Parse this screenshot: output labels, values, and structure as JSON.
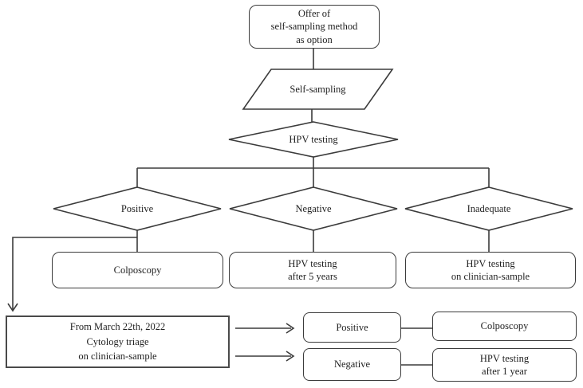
{
  "colors": {
    "line": "#3b3b3b",
    "text": "#1f1f1f",
    "node_fill": "#ffffff"
  },
  "nodes": {
    "offer": {
      "lines": [
        "Offer of",
        "self-sampling method",
        "as option"
      ]
    },
    "self_sampling": {
      "label": "Self-sampling"
    },
    "hpv_testing": {
      "label": "HPV testing"
    },
    "positive": {
      "label": "Positive"
    },
    "negative": {
      "label": "Negative"
    },
    "inadequate": {
      "label": "Inadequate"
    },
    "colposcopy": {
      "label": "Colposcopy"
    },
    "hpv_after_5_years": {
      "lines": [
        "HPV testing",
        "after 5 years"
      ]
    },
    "hpv_clinician_sample": {
      "lines": [
        "HPV testing",
        "on clinician-sample"
      ]
    },
    "cytology_triage": {
      "lines": [
        "From March 22th, 2022",
        "Cytology triage",
        "on clinician-sample"
      ]
    },
    "triage_positive": {
      "label": "Positive"
    },
    "triage_colposcopy": {
      "label": "Colposcopy"
    },
    "triage_negative": {
      "label": "Negative"
    },
    "hpv_after_1_year": {
      "lines": [
        "HPV testing",
        "after 1 year"
      ]
    }
  }
}
